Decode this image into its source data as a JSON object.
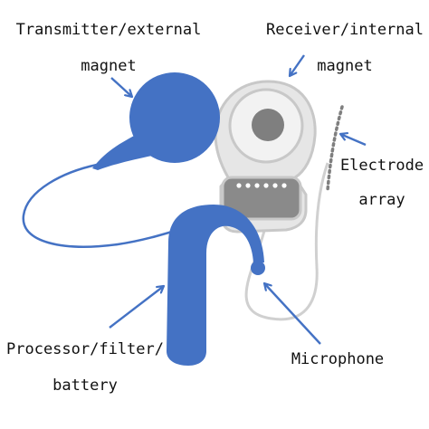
{
  "labels": {
    "transmitter_line1": "Transmitter/external",
    "transmitter_line2": "magnet",
    "receiver_line1": "Receiver/internal",
    "receiver_line2": "magnet",
    "electrode_line1": "Electrode",
    "electrode_line2": "array",
    "processor_line1": "Processor/filter/",
    "processor_line2": "battery",
    "microphone": "Microphone"
  },
  "colors": {
    "device_blue": "#4472c4",
    "implant_gray": "#d9d9d9",
    "implant_outline": "#bfbfbf",
    "implant_dark": "#7f7f7f",
    "arrow_blue": "#4472c4",
    "text": "#111111"
  }
}
